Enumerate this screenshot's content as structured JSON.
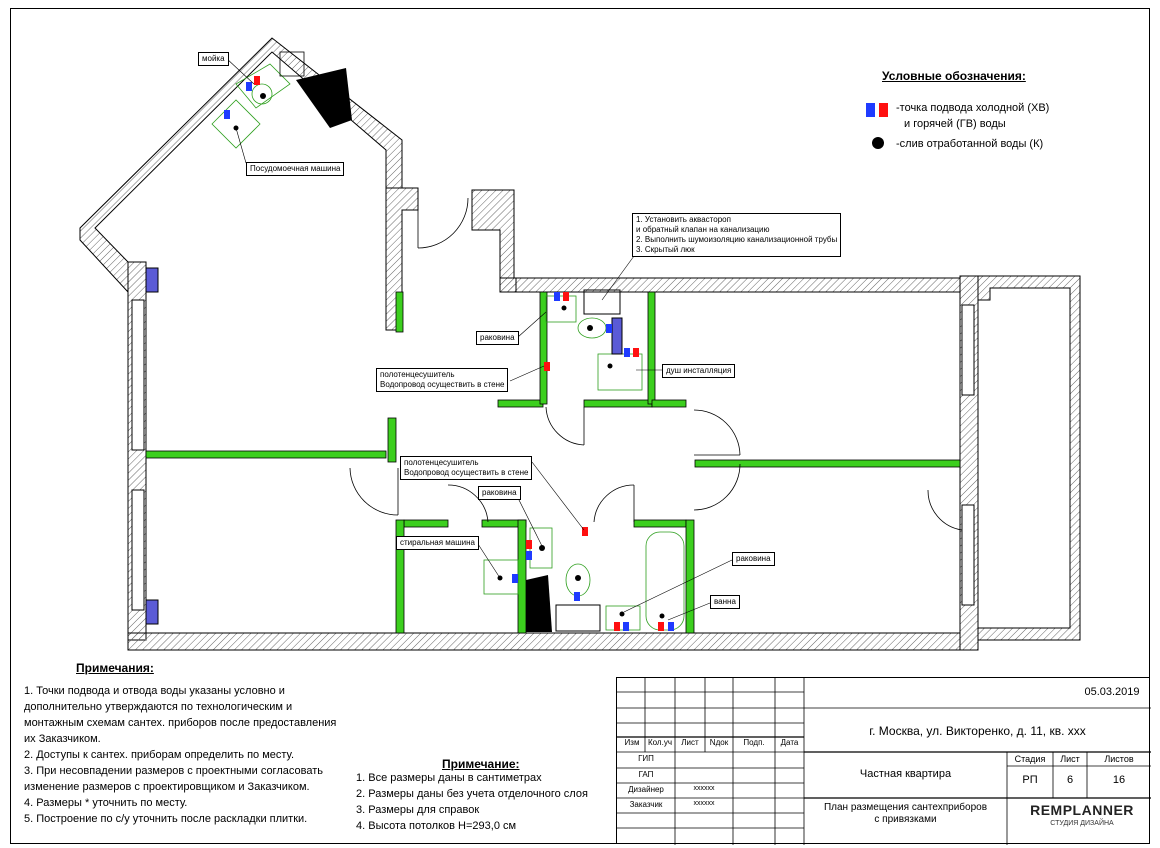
{
  "legend": {
    "title": "Условные обозначения:",
    "water": "-точка подвода холодной (ХВ)",
    "water2": "и горячей (ГВ) воды",
    "drain": "-слив отработанной воды (К)",
    "cold_color": "#1f3bff",
    "hot_color": "#ff1010"
  },
  "labels": {
    "sink": "мойка",
    "dishwasher": "Посудомоечная машина",
    "basin1": "раковина",
    "towel1_a": "полотенцесушитель",
    "towel1_b": "Водопровод осуществить в стене",
    "shower": "душ инсталляция",
    "install_1": "1. Установить аквастороп",
    "install_2": "и обратный клапан на канализацию",
    "install_3": "2. Выполнить шумоизоляцию канализационной трубы",
    "install_4": "3. Скрытый люк",
    "towel2_a": "полотенцесушитель",
    "towel2_b": "Водопровод осуществить в стене",
    "basin2": "раковина",
    "washer": "стиральная машина",
    "basin3": "раковина",
    "bath": "ванна"
  },
  "notes": {
    "title": "Примечания:",
    "items": [
      "1. Точки подвода и отвода воды указаны условно и",
      "дополнительно утверждаются по технологическим и",
      "монтажным схемам сантех. приборов после предоставления",
      "их Заказчиком.",
      "2. Доступы к сантех. приборам определить по месту.",
      "3. При несовпадении размеров с проектными согласовать",
      "изменение размеров с проектировщиком и Заказчиком.",
      "4. Размеры * уточнить по месту.",
      "5. Построение по с/у уточнить после раскладки плитки."
    ]
  },
  "note2": {
    "title": "Примечание:",
    "items": [
      "1. Все размеры даны в сантиметрах",
      "2. Размеры даны без учета отделочного слоя",
      "3. Размеры для справок",
      "4. Высота потолков Н=293,0 см"
    ]
  },
  "titleblock": {
    "date": "05.03.2019",
    "address": "г. Москва, ул. Викторенко, д. 11, кв. ххх",
    "col_izm": "Изм",
    "col_kol": "Кол.уч",
    "col_list": "Лист",
    "col_ndok": "Nдок",
    "col_podp": "Подп.",
    "col_data": "Дата",
    "gip": "ГИП",
    "gap": "ГАП",
    "designer": "Дизайнер",
    "designer_v": "хххххх",
    "client": "Заказчик",
    "client_v": "хххххх",
    "object": "Частная квартира",
    "stage_h": "Стадия",
    "sheet_h": "Лист",
    "sheets_h": "Листов",
    "stage": "РП",
    "sheet": "6",
    "sheets": "16",
    "drawing_a": "План размещения сантехприборов",
    "drawing_b": "с привязками",
    "logo": "REMPLANNER",
    "logo_sub": "СТУДИЯ ДИЗАЙНА"
  }
}
